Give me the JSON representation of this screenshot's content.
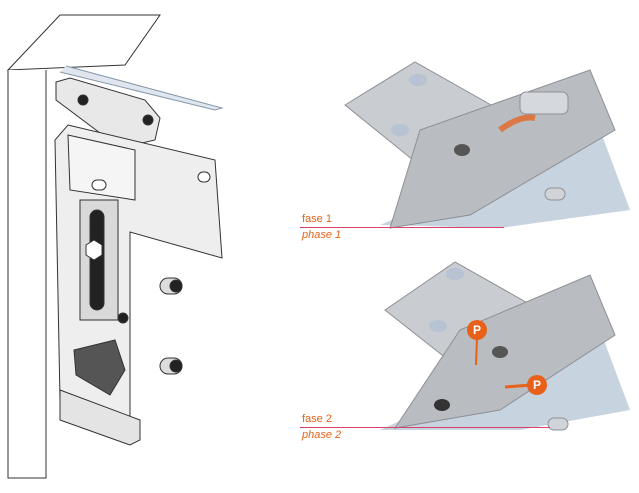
{
  "phase1": {
    "label": "fase 1",
    "label_en": "phase 1"
  },
  "phase2": {
    "label": "fase 2",
    "label_en": "phase 2"
  },
  "markers": [
    "P",
    "P"
  ],
  "colors": {
    "accent": "#e8611a",
    "rule": "#d6426a",
    "metal": "#c9ccd0",
    "shadow": "#b7c3d3"
  }
}
